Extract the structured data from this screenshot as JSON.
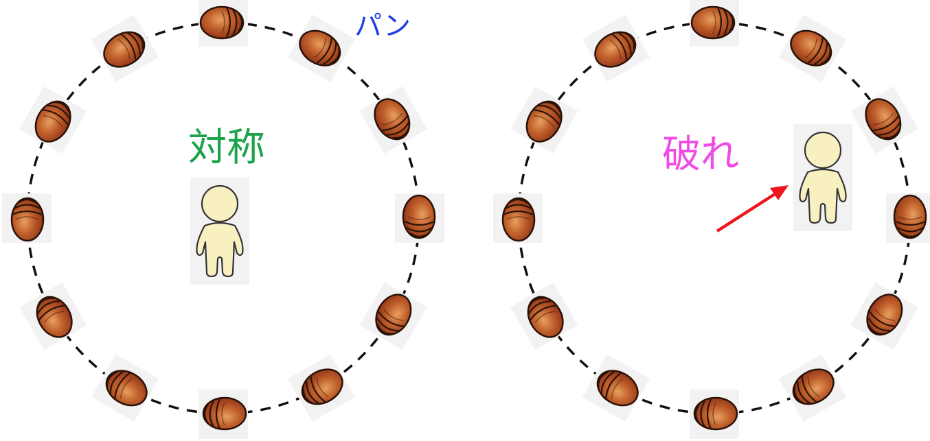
{
  "labels": {
    "bread": "パン",
    "symmetric": "対称",
    "broken": "破れ"
  },
  "colors": {
    "bread_label": "#1f3fe6",
    "symmetric_label": "#1aa34a",
    "broken_label": "#f04ae6",
    "arrow": "#f0141e",
    "ring": "#111111",
    "bread_crust": "#a8441c",
    "bread_edge": "#2a1208",
    "person_fill": "#f8f0c0",
    "tile_bg": "#f2f2f2"
  },
  "icons": {
    "bread": "bread-roll-icon",
    "person": "person-icon",
    "arrow": "red-arrow"
  },
  "diagram": {
    "bread_count": 12,
    "panels": [
      {
        "name": "symmetric",
        "person_position": "center",
        "arrow": false
      },
      {
        "name": "broken",
        "person_position": "off-center",
        "arrow": true
      }
    ]
  }
}
